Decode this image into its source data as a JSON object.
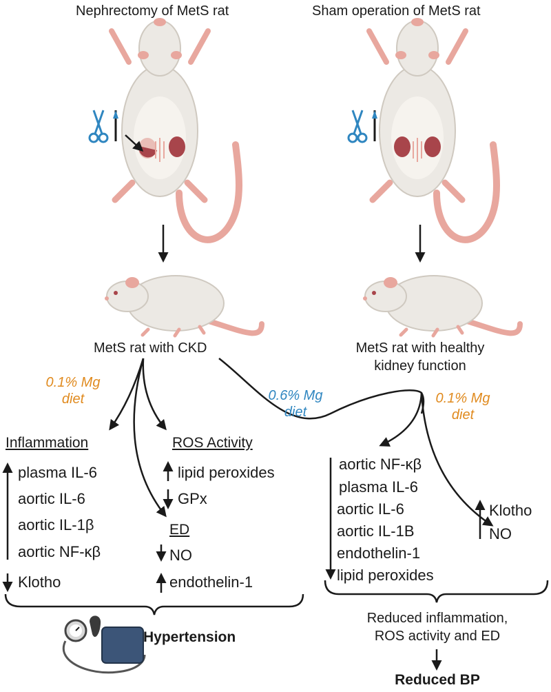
{
  "left_header": "Nephrectomy of MetS rat",
  "right_header": "Sham operation of MetS rat",
  "left_outcome": "MetS rat with CKD",
  "right_outcome_line1": "MetS rat with healthy",
  "right_outcome_line2": "kidney function",
  "left_diet_line1": "0.1% Mg",
  "left_diet_line2": "diet",
  "mid_diet_line1": "0.6% Mg",
  "mid_diet_line2": "diet",
  "right_diet_line1": "0.1% Mg",
  "right_diet_line2": "diet",
  "inflammation": {
    "heading": "Inflammation",
    "up_items": [
      "plasma IL-6",
      "aortic IL-6",
      "aortic IL-1β",
      "aortic NF-κβ"
    ],
    "down_item": "Klotho"
  },
  "ros": {
    "heading": "ROS Activity",
    "up_item": "lipid peroxides",
    "down_item": "GPx"
  },
  "ed": {
    "heading": "ED",
    "down_item": "NO",
    "up_item": "endothelin-1"
  },
  "left_result": "Hypertension",
  "mid_list": [
    "aortic NF-κβ",
    "plasma IL-6",
    "aortic IL-6",
    "aortic IL-1B",
    "endothelin-1",
    "lipid peroxides"
  ],
  "right_list": [
    "Klotho",
    "NO"
  ],
  "reduced_line1": "Reduced inflammation,",
  "reduced_line2": "ROS activity and ED",
  "right_result": "Reduced BP",
  "colors": {
    "orange": "#e08a1e",
    "blue": "#2f86c0",
    "rat_body": "#ece9e4",
    "rat_pink": "#e8a79e",
    "kidney": "#a8454b",
    "cuff": "#3c5578"
  }
}
